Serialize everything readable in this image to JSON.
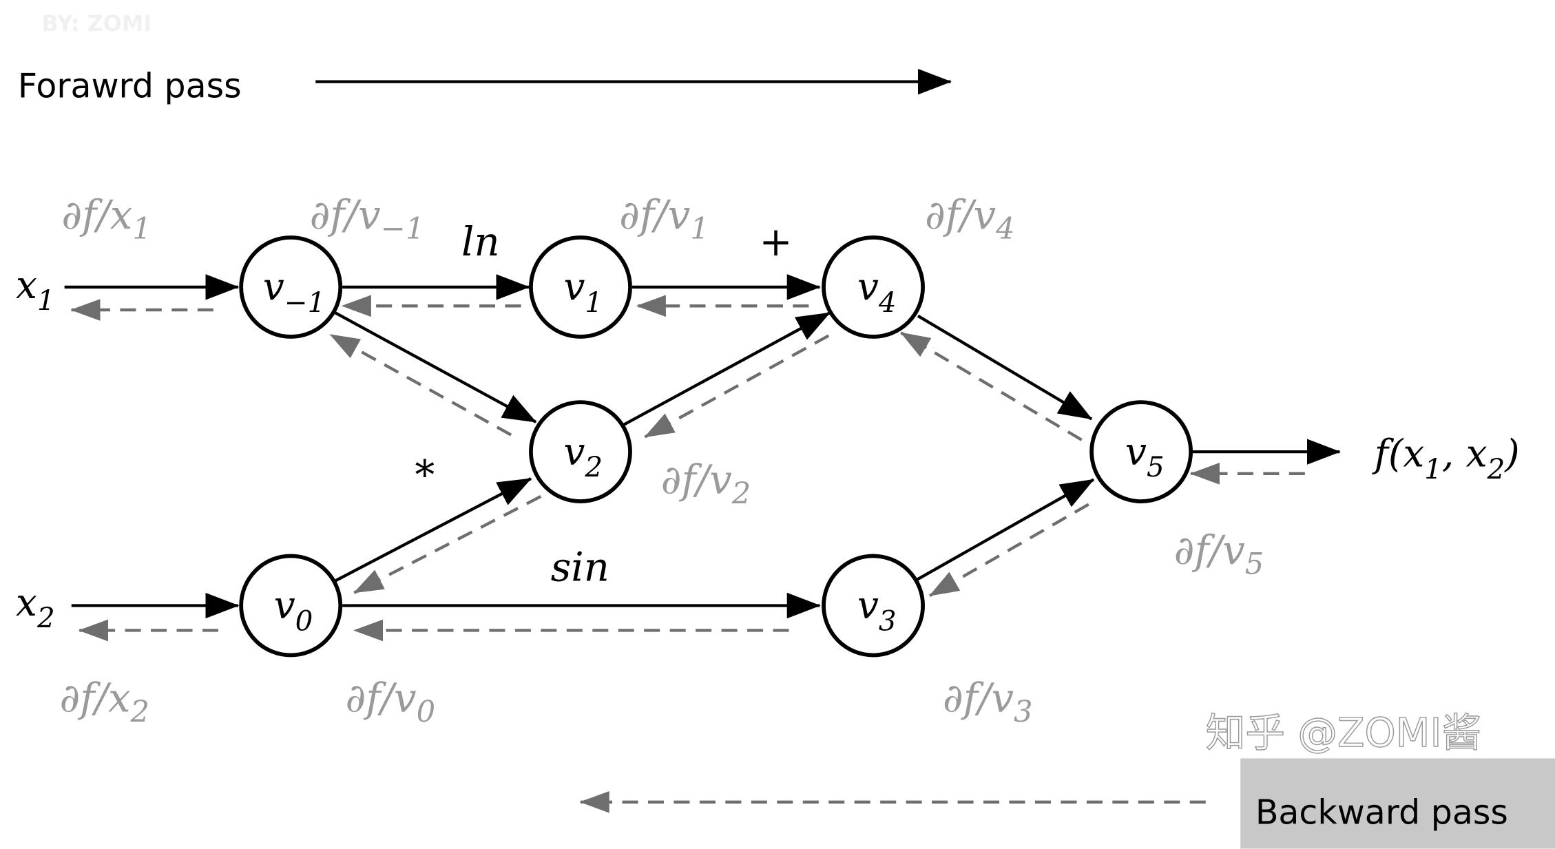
{
  "watermark_top": "BY: ZOMI",
  "watermark_bottom": "知乎 @ZOMI酱",
  "forward_pass_label": "Forawrd pass",
  "backward_pass_label": "Backward pass",
  "inputs": [
    {
      "base": "x",
      "sub": "1"
    },
    {
      "base": "x",
      "sub": "2"
    }
  ],
  "output": {
    "text_a": "f(x",
    "sub_a": "1",
    "text_b": ", x",
    "sub_b": "2",
    "text_c": ")"
  },
  "nodes": [
    {
      "id": "v-1",
      "base": "v",
      "sub": "−1"
    },
    {
      "id": "v1",
      "base": "v",
      "sub": "1"
    },
    {
      "id": "v4",
      "base": "v",
      "sub": "4"
    },
    {
      "id": "v2",
      "base": "v",
      "sub": "2"
    },
    {
      "id": "v0",
      "base": "v",
      "sub": "0"
    },
    {
      "id": "v3",
      "base": "v",
      "sub": "3"
    },
    {
      "id": "v5",
      "base": "v",
      "sub": "5"
    }
  ],
  "operations": [
    "ln",
    "+",
    "*",
    "sin"
  ],
  "gradients": [
    {
      "base": "∂f/x",
      "sub": "1"
    },
    {
      "base": "∂f/v",
      "sub": "−1"
    },
    {
      "base": "∂f/v",
      "sub": "1"
    },
    {
      "base": "∂f/v",
      "sub": "4"
    },
    {
      "base": "∂f/v",
      "sub": "2"
    },
    {
      "base": "∂f/v",
      "sub": "5"
    },
    {
      "base": "∂f/x",
      "sub": "2"
    },
    {
      "base": "∂f/v",
      "sub": "0"
    },
    {
      "base": "∂f/v",
      "sub": "3"
    }
  ],
  "colors": {
    "forward": "#000000",
    "backward": "#6e6e6e",
    "gradient_text": "#9a9a9a",
    "label_box": "#c8c8c8"
  }
}
